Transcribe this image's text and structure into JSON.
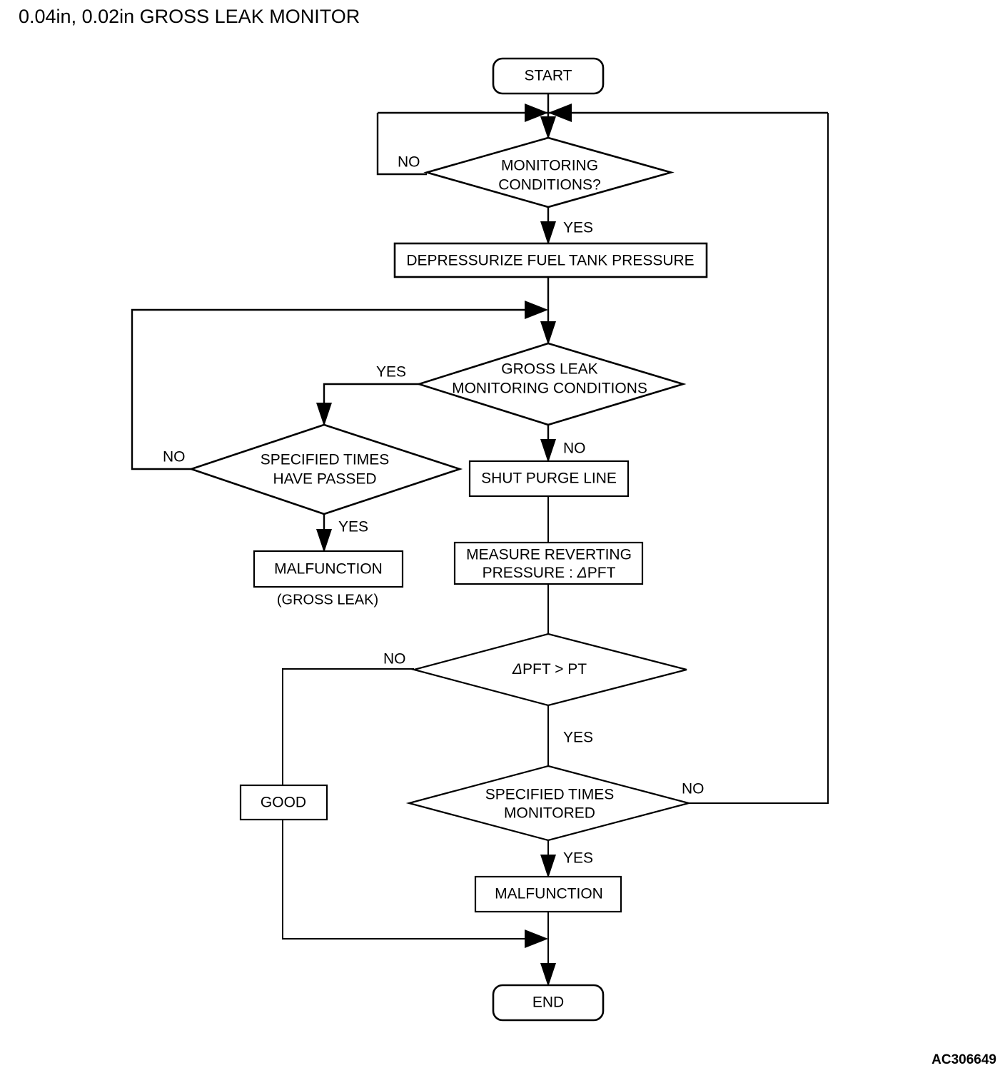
{
  "page": {
    "title": "0.04in, 0.02in GROSS LEAK MONITOR",
    "reference_code": "AC306649",
    "background_color": "#ffffff",
    "line_color": "#000000"
  },
  "diagram": {
    "type": "flowchart",
    "nodes": [
      {
        "id": "start",
        "shape": "terminator",
        "label": "START"
      },
      {
        "id": "mon_cond",
        "shape": "decision",
        "label_line1": "MONITORING",
        "label_line2": "CONDITIONS?"
      },
      {
        "id": "depress",
        "shape": "process",
        "label": "DEPRESSURIZE FUEL TANK PRESSURE"
      },
      {
        "id": "gross_cond",
        "shape": "decision",
        "label_line1": "GROSS LEAK",
        "label_line2": "MONITORING CONDITIONS"
      },
      {
        "id": "times_passed",
        "shape": "decision",
        "label_line1": "SPECIFIED TIMES",
        "label_line2": "HAVE PASSED"
      },
      {
        "id": "malf_gross",
        "shape": "process",
        "label": "MALFUNCTION",
        "sublabel": "(GROSS LEAK)"
      },
      {
        "id": "shut_purge",
        "shape": "process",
        "label": "SHUT PURGE LINE"
      },
      {
        "id": "measure",
        "shape": "process",
        "label_line1": "MEASURE REVERTING",
        "label_line2_pre": "PRESSURE : ",
        "label_line2_delta": "Δ",
        "label_line2_post": "PFT"
      },
      {
        "id": "pft_gt_pt",
        "shape": "decision",
        "label_pre": "",
        "label_delta": "Δ",
        "label_post": "PFT > PT"
      },
      {
        "id": "times_mon",
        "shape": "decision",
        "label_line1": "SPECIFIED TIMES",
        "label_line2": "MONITORED"
      },
      {
        "id": "good",
        "shape": "process",
        "label": "GOOD"
      },
      {
        "id": "malf_end",
        "shape": "process",
        "label": "MALFUNCTION"
      },
      {
        "id": "end",
        "shape": "terminator",
        "label": "END"
      }
    ],
    "edge_labels": {
      "mon_cond_no": "NO",
      "mon_cond_yes": "YES",
      "gross_cond_yes": "YES",
      "gross_cond_no": "NO",
      "times_passed_no": "NO",
      "times_passed_yes": "YES",
      "pft_no": "NO",
      "pft_yes": "YES",
      "times_mon_no": "NO",
      "times_mon_yes": "YES"
    }
  }
}
